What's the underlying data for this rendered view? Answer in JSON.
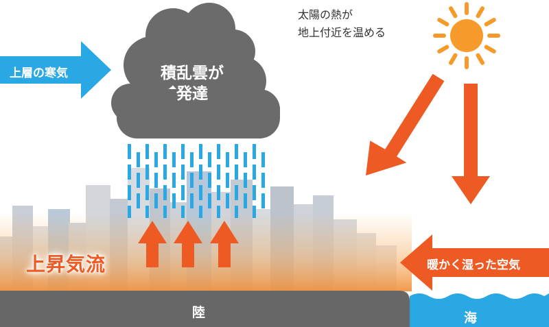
{
  "labels": {
    "cold_air": "上層の寒気",
    "cloud_line1": "積乱雲が",
    "cloud_line2": "発達",
    "sun_line1": "太陽の熱が",
    "sun_line2": "地上付近を温める",
    "updraft": "上昇気流",
    "humid_air": "暖かく湿った空気",
    "land": "陸",
    "sea": "海"
  },
  "colors": {
    "accent_blue": "#2aa8e4",
    "accent_orange": "#ee5a24",
    "sun": "#f59a2b",
    "cloud": "#6b6b6b",
    "land": "#676767",
    "rain": "#2aa8e4"
  }
}
